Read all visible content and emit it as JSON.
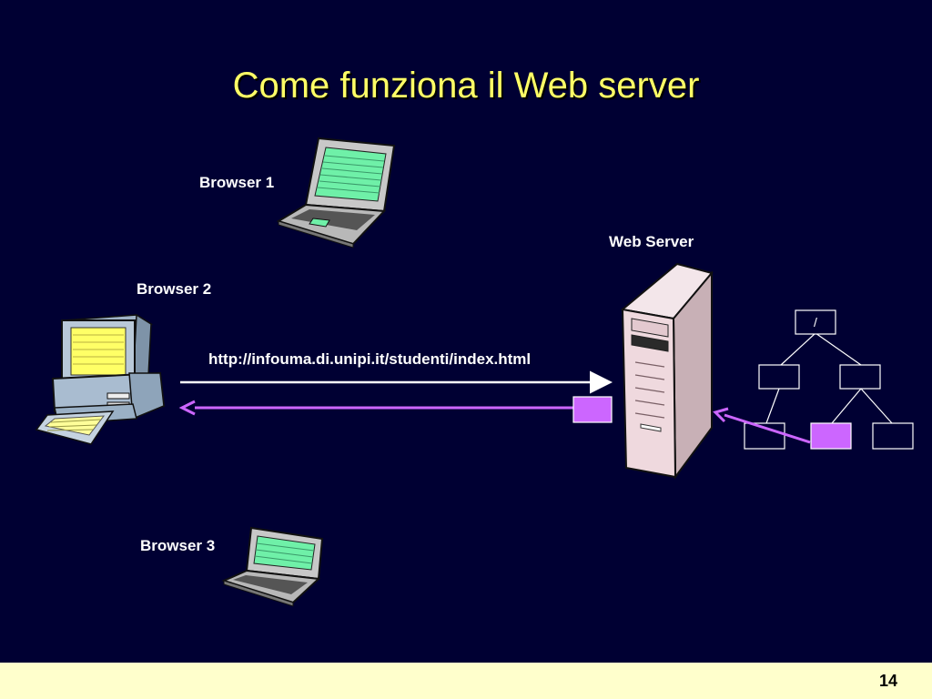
{
  "title": "Come funziona il Web server",
  "browsers": [
    {
      "label": "Browser  1",
      "device": "laptop-icon"
    },
    {
      "label": "Browser  2",
      "device": "desktop-computer-icon"
    },
    {
      "label": "Browser  3",
      "device": "laptop-icon"
    }
  ],
  "server": {
    "label": "Web Server",
    "device": "server-tower-icon"
  },
  "request_url": "http://infouma.di.unipi.it/studenti/index.html",
  "file_tree": {
    "root_label": "/"
  },
  "colors": {
    "background": "#000033",
    "title": "#ffff66",
    "response": "#cc66ff",
    "footer": "#ffffcc"
  },
  "page_number": "14"
}
